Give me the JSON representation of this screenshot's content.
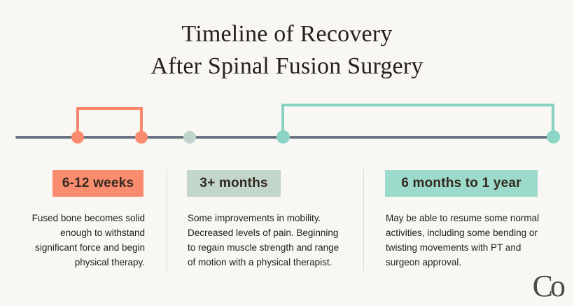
{
  "title": {
    "line1": "Timeline of Recovery",
    "line2": "After Spinal Fusion Surgery"
  },
  "timeline": {
    "milestone_dots": [
      {
        "name": "6-weeks-dot",
        "color": "#f98c6e"
      },
      {
        "name": "12-weeks-dot",
        "color": "#f98c6e"
      },
      {
        "name": "3-months-dot",
        "color": "#c2d5cc"
      },
      {
        "name": "6-months-dot",
        "color": "#8cd5c6"
      },
      {
        "name": "1-year-dot",
        "color": "#8cd5c6"
      }
    ],
    "brackets": [
      {
        "name": "6-12-weeks-bracket",
        "color": "#f9876b"
      },
      {
        "name": "6-months-to-1-year-bracket",
        "color": "#85d1c2"
      }
    ],
    "line_color": "#6a7480"
  },
  "sections": [
    {
      "label": "6-12 weeks",
      "highlight_color": "#f98c6e",
      "description": "Fused bone becomes solid enough to withstand significant force and begin physical therapy."
    },
    {
      "label": "3+ months",
      "highlight_color": "#c3d6cc",
      "description": "Some improvements in mobility. Decreased levels of pain. Beginning to regain muscle strength and range of motion with a physical therapist."
    },
    {
      "label": "6 months to 1 year",
      "highlight_color": "#9cdacb",
      "description": "May be able to resume some normal activities, including some bending or twisting movements with PT and surgeon approval."
    }
  ],
  "colors": {
    "background": "#f8f7f4",
    "title_text": "#27211a",
    "body_text": "#1e1e1e",
    "divider": "#dbd9d4"
  },
  "logo": {
    "text": "Co"
  }
}
